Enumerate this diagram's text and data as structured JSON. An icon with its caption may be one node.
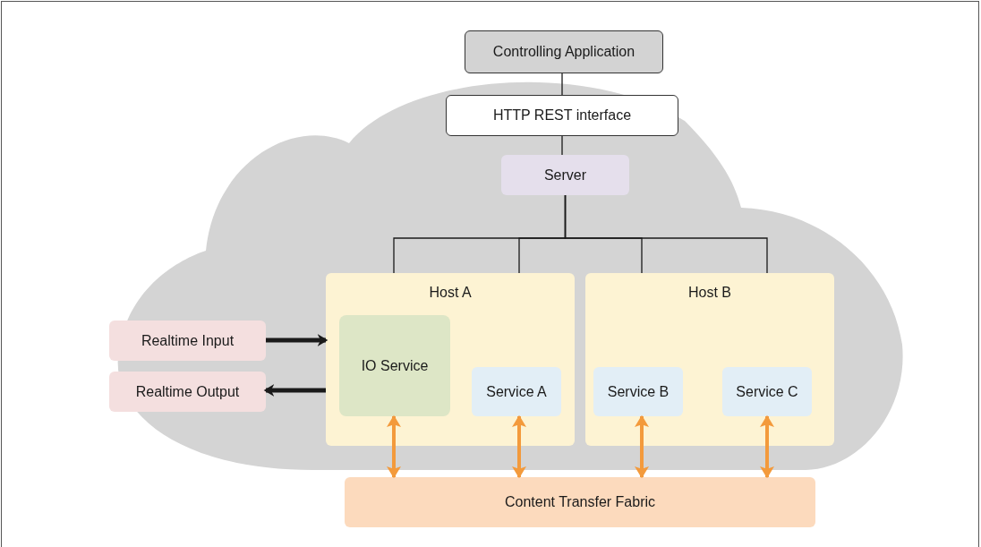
{
  "diagram": {
    "nodes": [
      {
        "text": [
          "Controlling Application"
        ]
      },
      {
        "text": [
          "HTTP REST interface"
        ]
      },
      {
        "text": [
          "Server"
        ]
      },
      {
        "text": [
          "Host A"
        ]
      },
      {
        "text": [
          "IO Service"
        ],
        "in": 3
      },
      {
        "text": [
          "Service A"
        ],
        "in": 3
      },
      {
        "text": [
          "Host B"
        ]
      },
      {
        "text": [
          "Service B"
        ],
        "in": 6
      },
      {
        "text": [
          "Service C"
        ],
        "in": 6
      },
      {
        "text": [
          "Realtime Input"
        ]
      },
      {
        "text": [
          "Realtime Output"
        ]
      },
      {
        "text": [
          "Content Transfer Fabric"
        ]
      }
    ],
    "edges": [
      {
        "from": 0,
        "to": 1,
        "arrow": "none"
      },
      {
        "from": 1,
        "to": 2,
        "arrow": "none"
      },
      {
        "from": 2,
        "to": 3,
        "arrow": "none"
      },
      {
        "from": 2,
        "to": 3,
        "arrow": "none"
      },
      {
        "from": 2,
        "to": 6,
        "arrow": "none"
      },
      {
        "from": 2,
        "to": 6,
        "arrow": "none"
      },
      {
        "from": 9,
        "to": 3,
        "arrow": "to",
        "style": "thick"
      },
      {
        "from": 3,
        "to": 10,
        "arrow": "to",
        "style": "thick"
      },
      {
        "from": 4,
        "to": 11,
        "arrow": "both",
        "style": "thick",
        "color": "#f39a3c"
      },
      {
        "from": 5,
        "to": 11,
        "arrow": "both",
        "style": "thick",
        "color": "#f39a3c"
      },
      {
        "from": 7,
        "to": 11,
        "arrow": "both",
        "style": "thick",
        "color": "#f39a3c"
      },
      {
        "from": 8,
        "to": 11,
        "arrow": "both",
        "style": "thick",
        "color": "#f39a3c"
      }
    ]
  }
}
